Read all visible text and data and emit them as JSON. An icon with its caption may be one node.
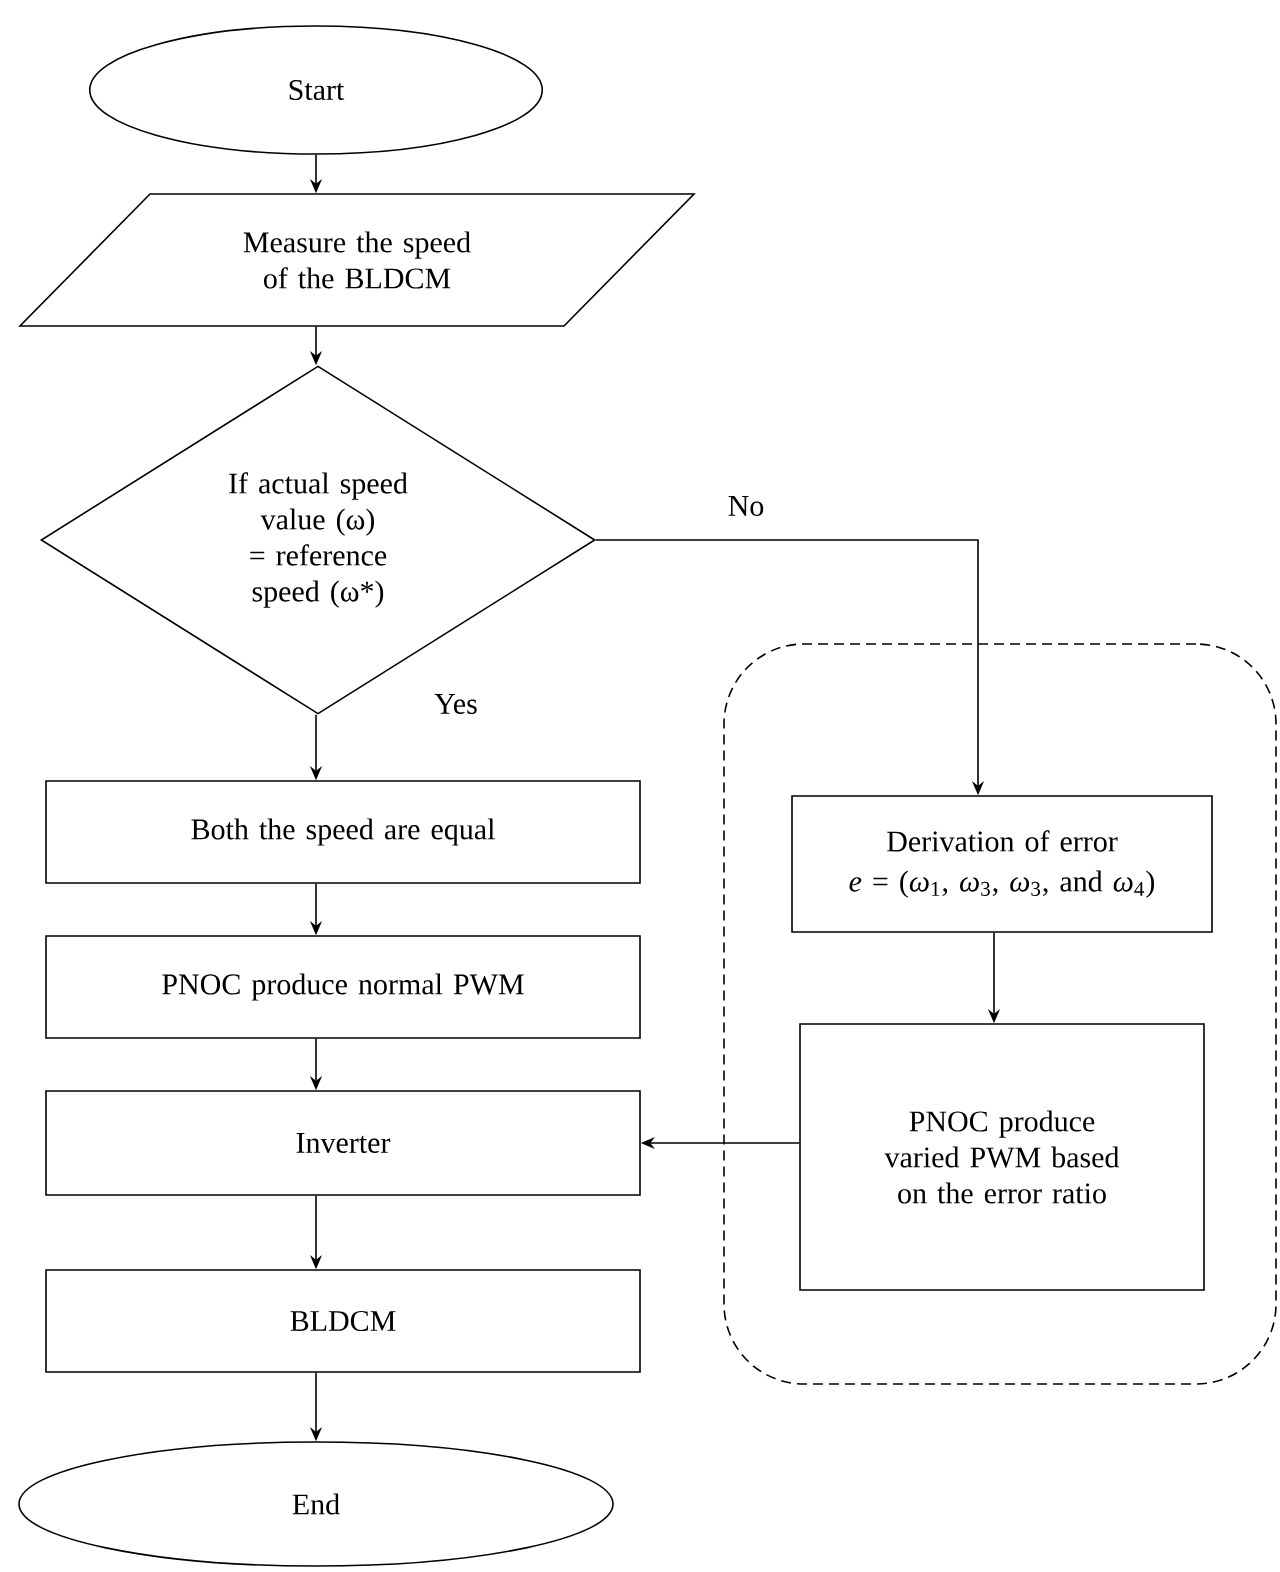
{
  "diagram": {
    "nodes": [
      {
        "text": [
          "Start"
        ]
      },
      {
        "text": [
          "Measure the speed of the BLDCM"
        ]
      },
      {
        "text": [
          "If actual speed value (ω) = reference speed (ω*)"
        ]
      },
      {
        "text": [
          "Both the speed are equal"
        ]
      },
      {
        "text": [
          "PNOC produce normal PWM"
        ]
      },
      {
        "text": [
          "Inverter"
        ]
      },
      {
        "text": [
          "BLDCM"
        ]
      },
      {
        "text": [
          "End"
        ]
      },
      {
        "text": [],
        "shape": "box"
      },
      {
        "text": [
          "Derivation of error",
          "*e* = (*ω*$_{1}$, *ω*$_{3}$, *ω*$_{3}$, and *ω*$_{4}$)"
        ],
        "in": 8
      },
      {
        "text": [
          "PNOC produce varied PWM based on the error ratio"
        ],
        "in": 8
      }
    ],
    "edges": [
      {
        "from": 0,
        "to": 1,
        "arrow": "to"
      },
      {
        "from": 1,
        "to": 2,
        "arrow": "to"
      },
      {
        "from": 2,
        "to": 3,
        "arrow": "to",
        "label": "Yes"
      },
      {
        "from": 2,
        "to": 9,
        "arrow": "to",
        "label": "No"
      },
      {
        "from": 9,
        "to": 10,
        "arrow": "to"
      },
      {
        "from": 10,
        "to": 5,
        "arrow": "to"
      },
      {
        "from": 3,
        "to": 4,
        "arrow": "to"
      },
      {
        "from": 4,
        "to": 5,
        "arrow": "to"
      },
      {
        "from": 5,
        "to": 6,
        "arrow": "to"
      },
      {
        "from": 6,
        "to": 7,
        "arrow": "to"
      }
    ]
  }
}
